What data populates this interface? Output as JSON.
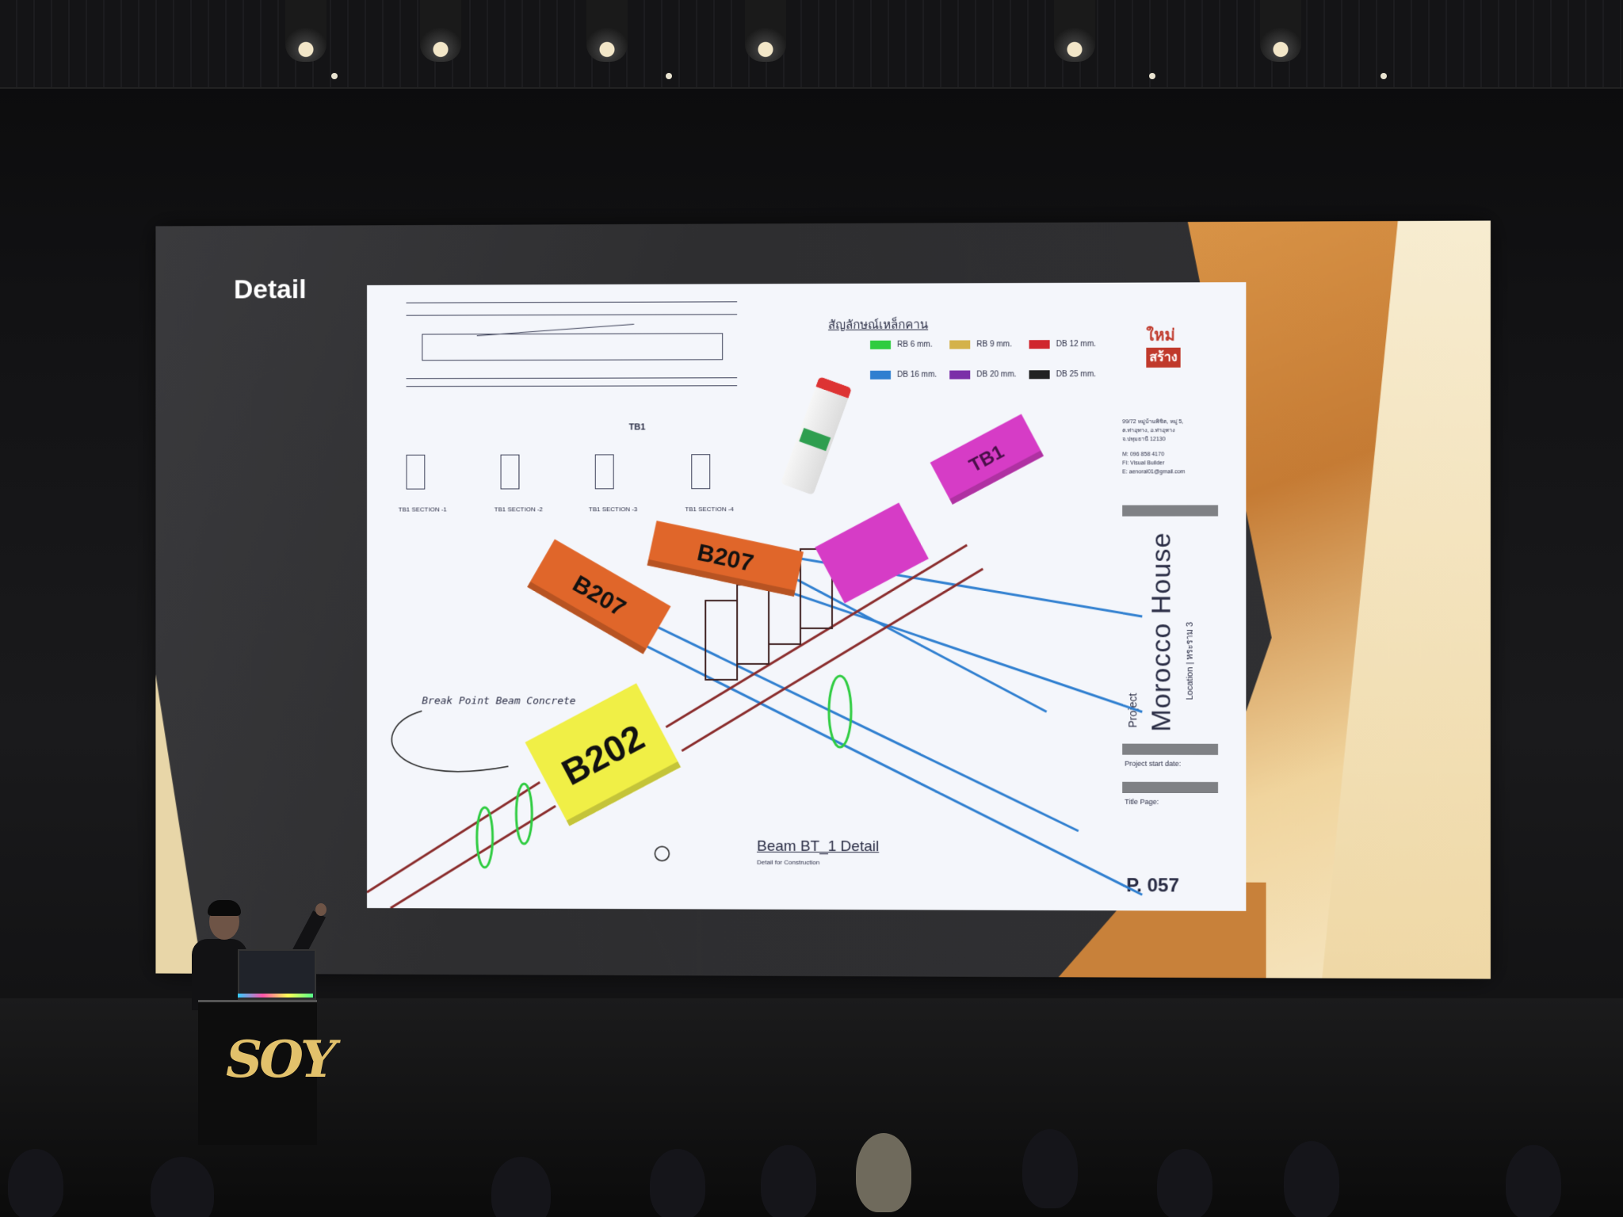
{
  "slide": {
    "title": "Detail",
    "sheet": {
      "drawing_label": "TB1",
      "sections": [
        "SECTION -1",
        "SECTION -2",
        "SECTION -3",
        "SECTION -4"
      ],
      "section_tag": "TB1",
      "legend_title": "สัญลักษณ์เหล็กคาน",
      "legend": [
        {
          "label": "RB 6 mm.",
          "color": "#2ecc40"
        },
        {
          "label": "RB 9 mm.",
          "color": "#d4b24a"
        },
        {
          "label": "DB 12 mm.",
          "color": "#d0262e"
        },
        {
          "label": "DB 16 mm.",
          "color": "#2f7fd0"
        },
        {
          "label": "DB 20 mm.",
          "color": "#7b2fa8"
        },
        {
          "label": "DB 25 mm.",
          "color": "#222222"
        }
      ],
      "logo": {
        "top": "ใหม่",
        "bottom": "สร้าง"
      },
      "address_lines": [
        "99/72 หมู่บ้านพิชิต, หมู่ 5,",
        "ต.ท่าอุทาง, อ.ท่าอุทาง",
        "จ.ปทุมธานี 12130"
      ],
      "contact_lines": [
        "M: 096 858 4170",
        "FI: Visual Builder",
        "E: aenoral01@gmail.com"
      ],
      "project_label": "Project",
      "project_name": "Morocco House",
      "location_label": "Location | หระราม 3",
      "project_start_label": "Project start date:",
      "title_page_label": "Title Page:",
      "page_number": "P. 057",
      "beam_title": "Beam BT_1 Detail",
      "beam_subtitle": "Detail for Construction",
      "break_label": "Break Point Beam Concrete",
      "beams": [
        "B207",
        "B207",
        "B202",
        "TB1"
      ]
    }
  },
  "venue_logo": "SOY"
}
